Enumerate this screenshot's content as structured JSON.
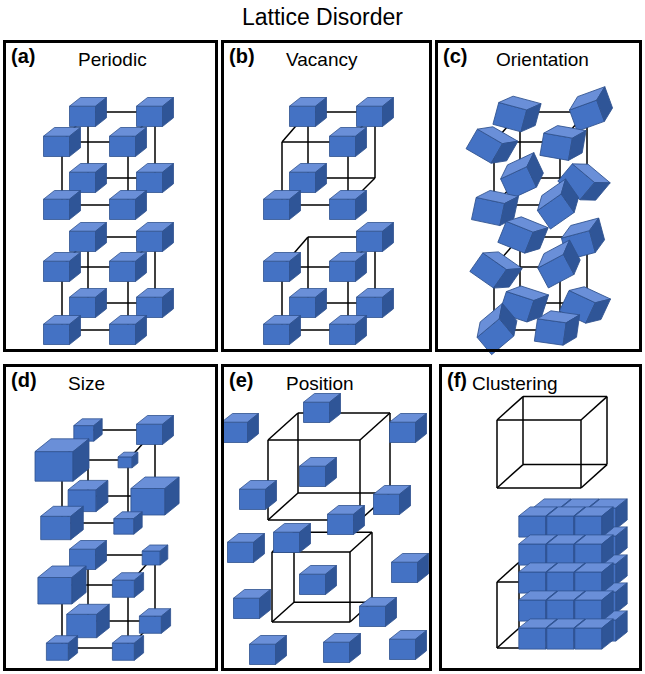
{
  "diagram": {
    "title": "Lattice Disorder",
    "nodes": [
      {
        "text": [
          "(a)",
          "Periodic"
        ]
      },
      {
        "text": [
          "(b)",
          "Vacancy"
        ]
      },
      {
        "text": [
          "(c)",
          "Orientation"
        ]
      },
      {
        "text": [
          "(d)",
          "Size"
        ]
      },
      {
        "text": [
          "(e)",
          "Position"
        ]
      },
      {
        "text": [
          "(f)",
          "Clustering"
        ]
      }
    ]
  }
}
